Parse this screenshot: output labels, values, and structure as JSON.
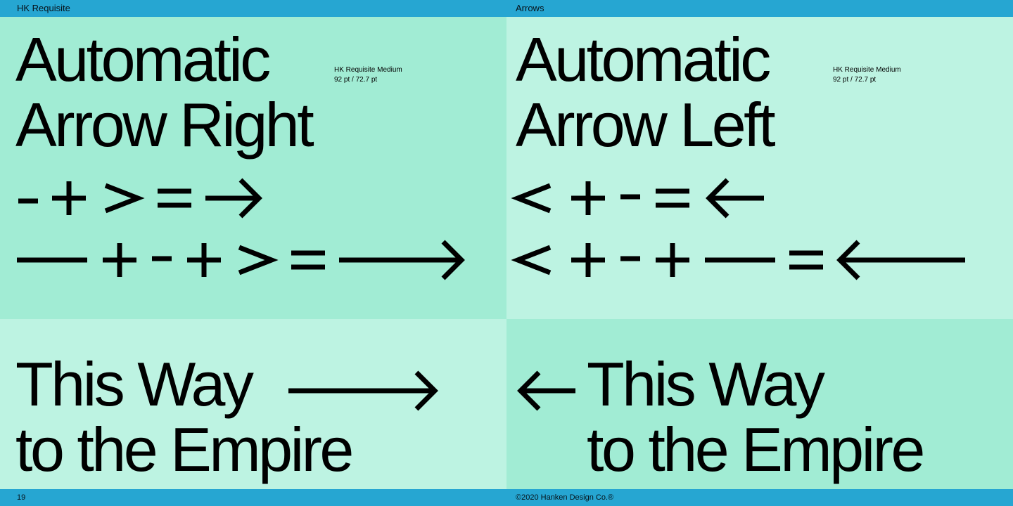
{
  "header": {
    "left": "HK Requisite",
    "right": "Arrows"
  },
  "footer": {
    "left": "19",
    "right": "©2020 Hanken Design Co.®"
  },
  "colors": {
    "bar": "#26a6d2",
    "panel_dark": "#a1ecd4",
    "panel_light": "#bdf3e2",
    "ink": "#000000"
  },
  "panel_right_arrow": {
    "headline_line1": "Automatic",
    "headline_line2": "Arrow Right",
    "spec_font": "HK Requisite Medium",
    "spec_size": "92 pt / 72.7 pt",
    "row1": "- + > = →",
    "row2": "— + - + > = ⟶"
  },
  "panel_left_arrow": {
    "headline_line1": "Automatic",
    "headline_line2": "Arrow Left",
    "spec_font": "HK Requisite Medium",
    "spec_size": "92 pt / 72.7 pt",
    "row1": "< + - = ←",
    "row2": "< + - + — = ⟵"
  },
  "sample_right": {
    "line1": "This Way",
    "line2": "to the Empire",
    "arrow": "⟶"
  },
  "sample_left": {
    "line1": "This Way",
    "line2": "to the Empire",
    "arrow": "←"
  }
}
